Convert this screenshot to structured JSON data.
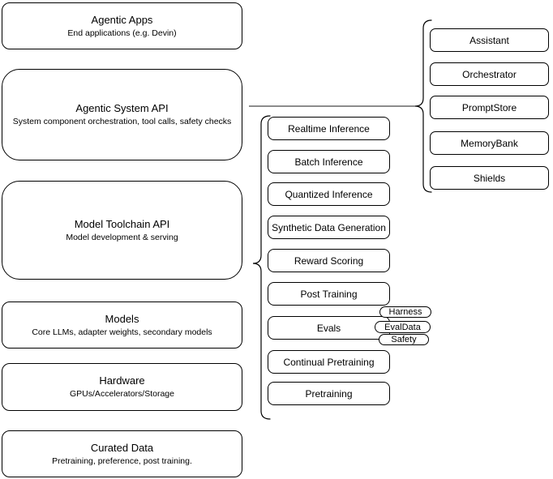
{
  "diagram": {
    "left_stack": [
      {
        "title": "Agentic Apps",
        "subtitle": "End applications (e.g. Devin)"
      },
      {
        "title": "Agentic System API",
        "subtitle": "System component orchestration, tool calls, safety checks"
      },
      {
        "title": "Model Toolchain API",
        "subtitle": "Model development & serving"
      },
      {
        "title": "Models",
        "subtitle": "Core LLMs, adapter weights, secondary models"
      },
      {
        "title": "Hardware",
        "subtitle": "GPUs/Accelerators/Storage"
      },
      {
        "title": "Curated Data",
        "subtitle": "Pretraining, preference, post training."
      }
    ],
    "toolchain_components": [
      "Realtime Inference",
      "Batch Inference",
      "Quantized Inference",
      "Synthetic Data Generation",
      "Reward Scoring",
      "Post Training",
      "Evals",
      "Continual Pretraining",
      "Pretraining"
    ],
    "system_components": [
      "Assistant",
      "Orchestrator",
      "PromptStore",
      "MemoryBank",
      "Shields"
    ],
    "evals_tags": [
      "Harness",
      "EvalData",
      "Safety"
    ],
    "colors": {
      "background": "#ffffff",
      "box_fill": "#ffffff",
      "box_border": "#000000",
      "text": "#000000",
      "connector": "#666666"
    }
  }
}
